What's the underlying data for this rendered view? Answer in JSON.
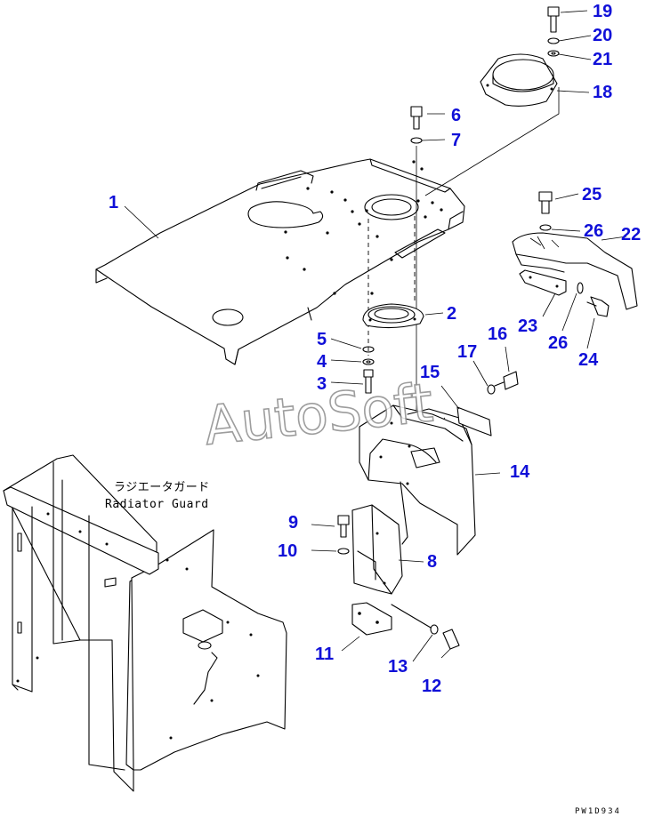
{
  "watermark": "AutoSoft",
  "note_jp": "ラジエータガード",
  "note_en": "Radiator Guard",
  "drawing_code": "PW1D934",
  "callouts": [
    {
      "id": "1",
      "label": "1"
    },
    {
      "id": "2",
      "label": "2"
    },
    {
      "id": "3",
      "label": "3"
    },
    {
      "id": "4",
      "label": "4"
    },
    {
      "id": "5",
      "label": "5"
    },
    {
      "id": "6",
      "label": "6"
    },
    {
      "id": "7",
      "label": "7"
    },
    {
      "id": "8",
      "label": "8"
    },
    {
      "id": "9",
      "label": "9"
    },
    {
      "id": "10",
      "label": "10"
    },
    {
      "id": "11",
      "label": "11"
    },
    {
      "id": "12",
      "label": "12"
    },
    {
      "id": "13",
      "label": "13"
    },
    {
      "id": "14",
      "label": "14"
    },
    {
      "id": "15",
      "label": "15"
    },
    {
      "id": "16",
      "label": "16"
    },
    {
      "id": "17",
      "label": "17"
    },
    {
      "id": "18",
      "label": "18"
    },
    {
      "id": "19",
      "label": "19"
    },
    {
      "id": "20",
      "label": "20"
    },
    {
      "id": "21",
      "label": "21"
    },
    {
      "id": "22",
      "label": "22"
    },
    {
      "id": "23",
      "label": "23"
    },
    {
      "id": "24",
      "label": "24"
    },
    {
      "id": "25",
      "label": "25"
    },
    {
      "id": "26a",
      "label": "26"
    },
    {
      "id": "26b",
      "label": "26"
    }
  ],
  "colors": {
    "callout": "#1010d8",
    "line": "#000000",
    "watermark": "#8c8c8c"
  }
}
